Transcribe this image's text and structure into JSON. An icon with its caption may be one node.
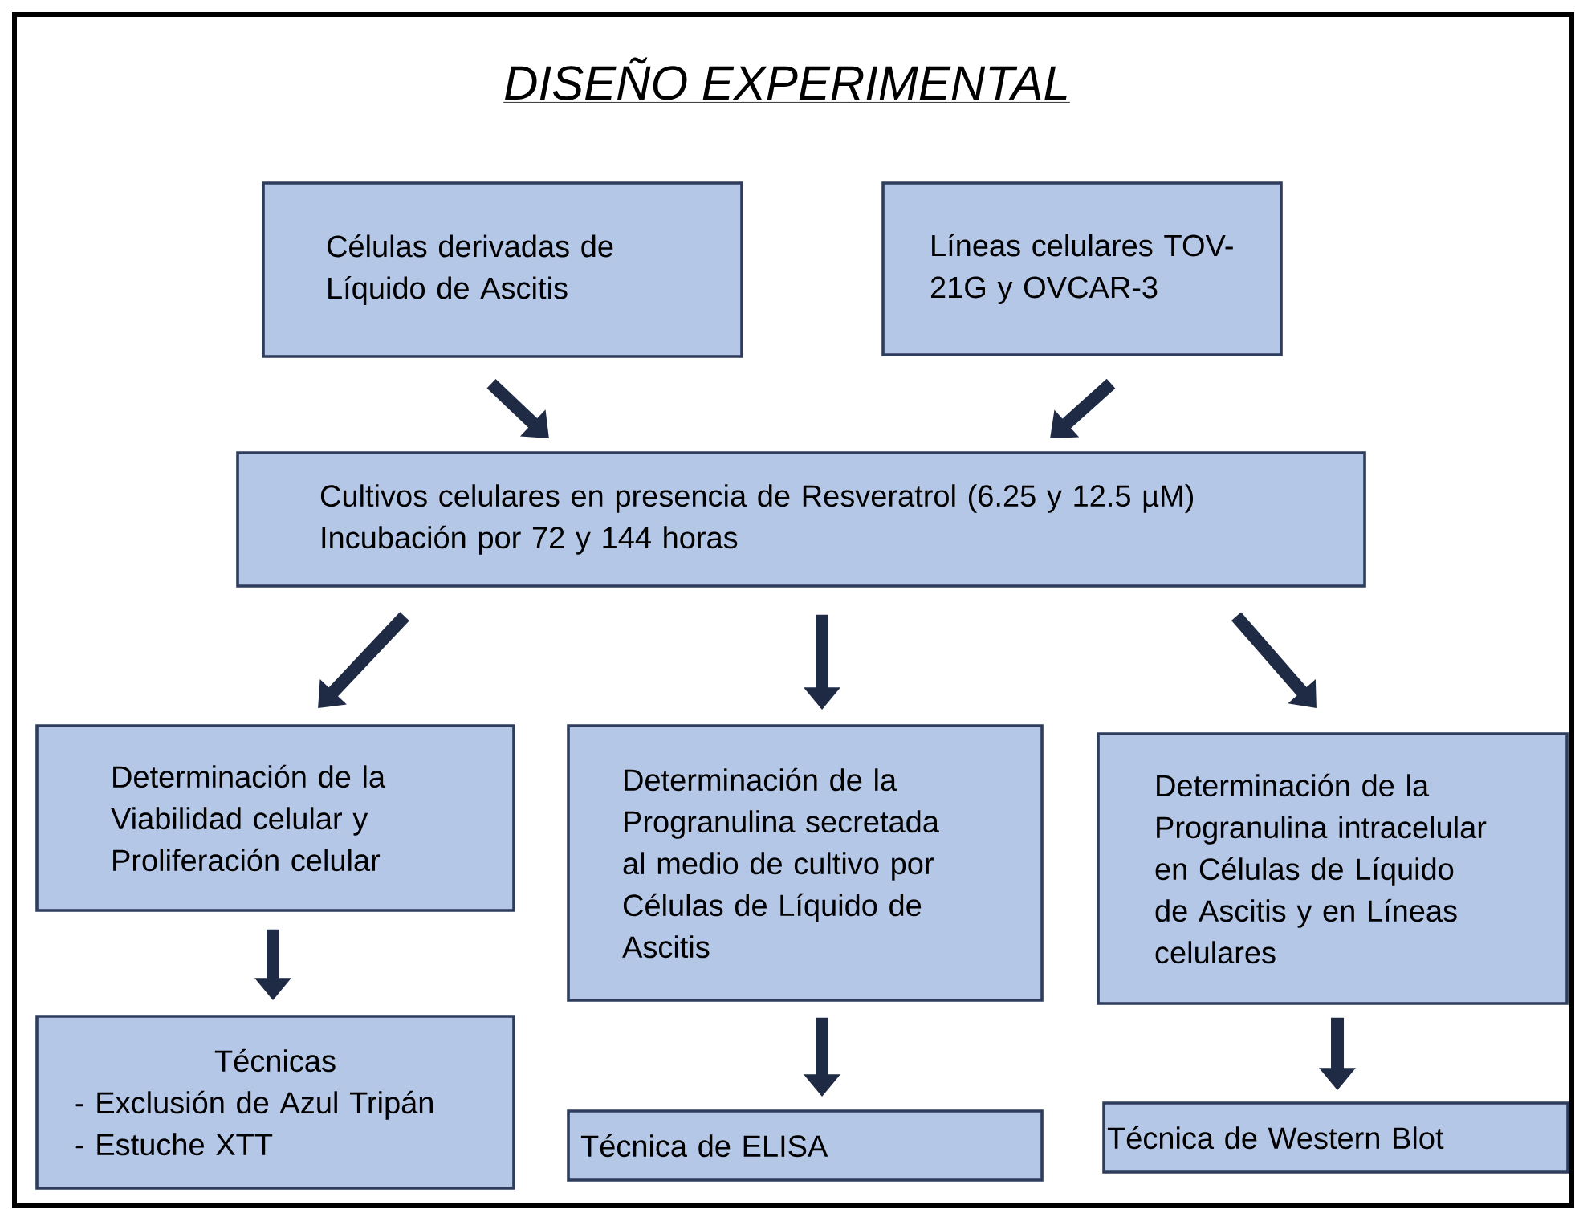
{
  "diagram": {
    "title": "DISEÑO EXPERIMENTAL",
    "nodes": [
      {
        "text": [
          "Células derivadas de Líquido de Ascitis"
        ]
      },
      {
        "text": [
          "Líneas celulares TOV-21G y OVCAR-3"
        ]
      },
      {
        "text": [
          "Cultivos  celulares en presencia de Resveratrol (6.25 y 12.5 µM) Incubación por 72 y 144 horas"
        ]
      },
      {
        "text": [
          "Determinación de la Viabilidad celular y Proliferación celular"
        ]
      },
      {
        "text": [
          "Determinación de la Progranulina secretada al medio de cultivo por Células de Líquido de Ascitis"
        ]
      },
      {
        "text": [
          "Determinación de la Progranulina intracelular en Células de Líquido de Ascitis y en Líneas celulares"
        ]
      },
      {
        "text": [
          "Técnicas",
          "- Exclusión de Azul Tripán",
          "- Estuche XTT"
        ]
      },
      {
        "text": [
          "Técnica de ELISA"
        ]
      },
      {
        "text": [
          "Técnica de Western Blot"
        ]
      }
    ],
    "edges": [
      {
        "from": 0,
        "to": 2,
        "arrow": "to"
      },
      {
        "from": 1,
        "to": 2,
        "arrow": "to"
      },
      {
        "from": 2,
        "to": 3,
        "arrow": "to"
      },
      {
        "from": 2,
        "to": 4,
        "arrow": "to"
      },
      {
        "from": 2,
        "to": 5,
        "arrow": "to"
      },
      {
        "from": 3,
        "to": 6,
        "arrow": "to"
      },
      {
        "from": 4,
        "to": 7,
        "arrow": "to"
      },
      {
        "from": 5,
        "to": 8,
        "arrow": "to"
      }
    ]
  }
}
